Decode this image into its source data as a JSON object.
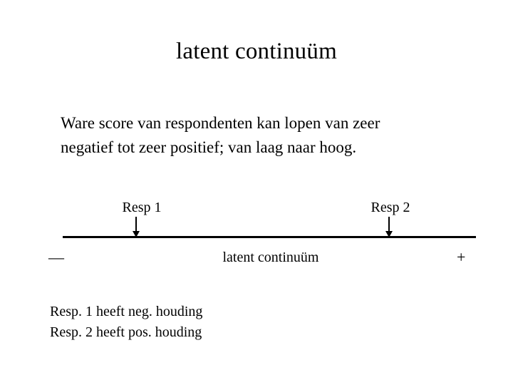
{
  "slide": {
    "background_color": "#ffffff",
    "text_color": "#000000",
    "title": "latent continuüm",
    "body": {
      "lines": [
        "Ware score van respondenten kan lopen van zeer",
        "negatief tot zeer positief; van laag naar hoog."
      ]
    },
    "diagram": {
      "caption": "latent continuüm",
      "left_pole": "—",
      "right_pole": "+",
      "markers": [
        {
          "label": "Resp 1",
          "arrow": "down-arrow"
        },
        {
          "label": "Resp 2",
          "arrow": "down-arrow"
        }
      ]
    },
    "footnotes": [
      "Resp. 1 heeft neg. houding",
      "Resp. 2 heeft pos. houding"
    ]
  }
}
